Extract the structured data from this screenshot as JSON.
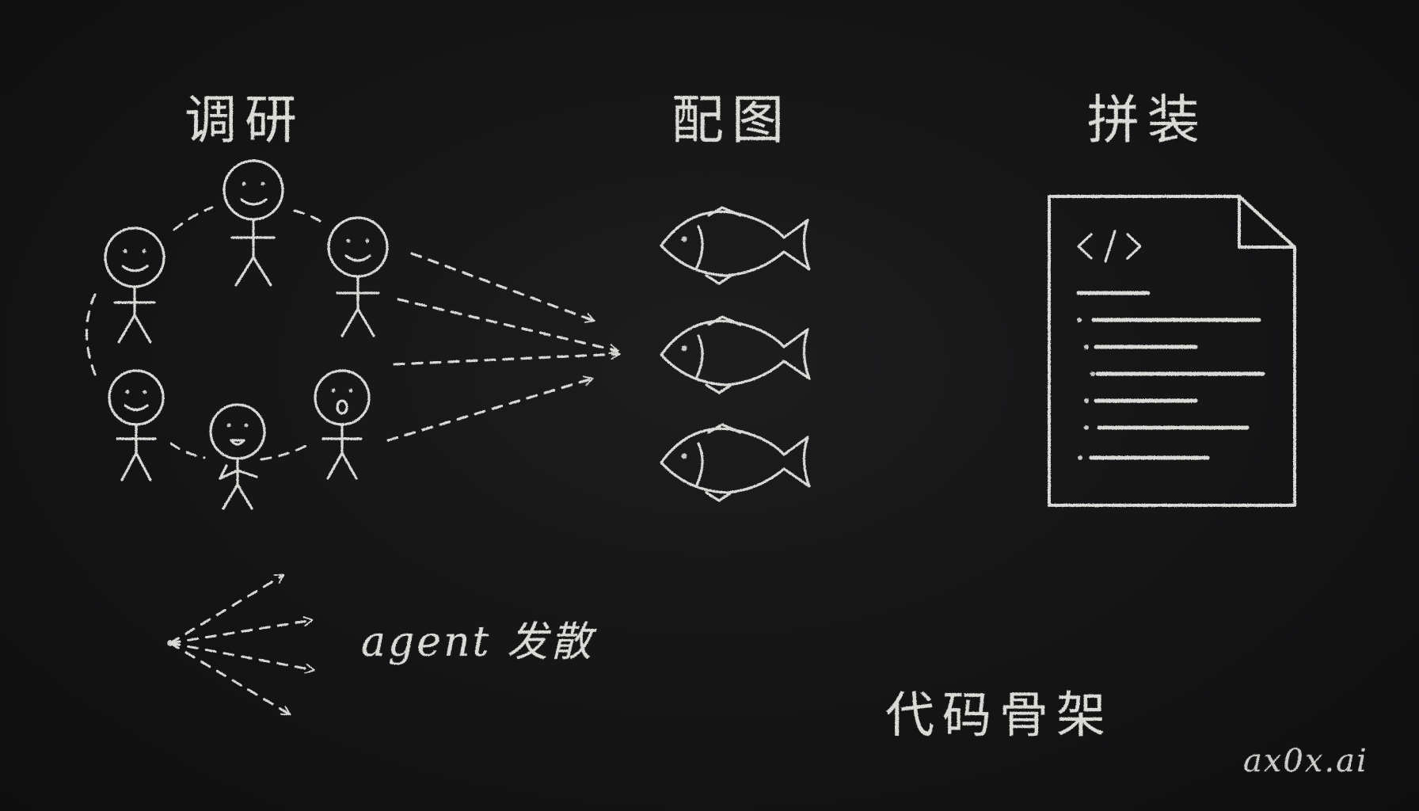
{
  "stages": {
    "research": "调研",
    "illustrate": "配图",
    "assemble": "拼装"
  },
  "bottom": {
    "agent_diverge": "agent 发散",
    "code_skeleton": "代码骨架"
  },
  "watermark": "ax0x.ai",
  "colors": {
    "background": "#141414",
    "chalk": "#e9e9e6"
  },
  "icons": [
    "stick-figure-icon",
    "fish-icon",
    "code-document-icon",
    "arrow-icon",
    "divergent-arrows-icon"
  ]
}
